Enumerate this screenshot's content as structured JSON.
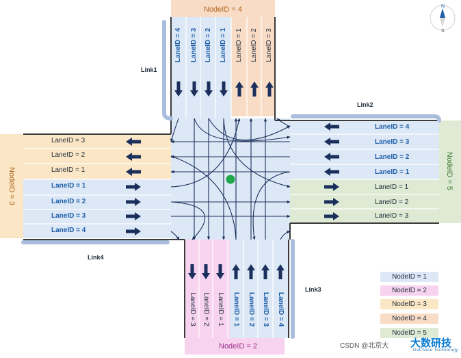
{
  "nodes": {
    "north": "NodeID = 4",
    "south": "NodeID = 2",
    "west": "NodeID = 3",
    "east": "NodeID = 5"
  },
  "links": {
    "link1": "Link1",
    "link2": "Link2",
    "link3": "Link3",
    "link4": "Link4"
  },
  "west_lanes": {
    "outgoing": [
      "LaneID = 3",
      "LaneID = 2",
      "LaneID = 1"
    ],
    "incoming": [
      "LaneID = 1",
      "LaneID = 2",
      "LaneID = 3",
      "LaneID = 4"
    ]
  },
  "east_lanes": {
    "incoming": [
      "LaneID = 4",
      "LaneID = 3",
      "LaneID = 2",
      "LaneID = 1"
    ],
    "outgoing": [
      "LaneID = 1",
      "LaneID = 2",
      "LaneID = 3"
    ]
  },
  "north_lanes": {
    "incoming": [
      "LaneID = 4",
      "LaneID = 3",
      "LaneID = 2",
      "LaneID = 1"
    ],
    "outgoing": [
      "LaneID = 1",
      "LaneID = 2",
      "LaneID = 3"
    ]
  },
  "south_lanes": {
    "outgoing": [
      "LaneID = 3",
      "LaneID = 2",
      "LaneID = 1"
    ],
    "incoming": [
      "LaneID = 1",
      "LaneID = 2",
      "LaneID = 3",
      "LaneID = 4"
    ]
  },
  "legend": [
    {
      "label": "NodeID = 1",
      "color": "#dce8f6"
    },
    {
      "label": "NodeID = 2",
      "color": "#f7d3f0"
    },
    {
      "label": "NodeID = 3",
      "color": "#fbe7c6"
    },
    {
      "label": "NodeID = 4",
      "color": "#f8dcc6"
    },
    {
      "label": "NodeID = 5",
      "color": "#dfead4"
    }
  ],
  "compass": {
    "north": "N",
    "south": "S"
  },
  "watermark": {
    "prefix": "CSDN @北京大",
    "logo": "大数研技",
    "sub": "DaChase Technology"
  },
  "colors": {
    "lane_blue": "#dce8f6",
    "node2": "#f7d3f0",
    "node3": "#fbe7c6",
    "node4": "#f8dcc6",
    "node5": "#dfead4",
    "arrow": "#1b2f5c",
    "road_edge": "#3a3a3a",
    "link_bar": "#a9bddc",
    "center_dot": "#1ea84a"
  }
}
